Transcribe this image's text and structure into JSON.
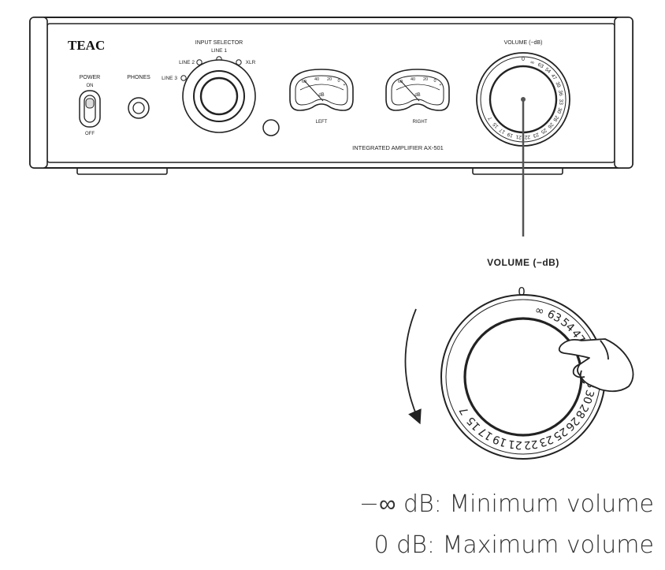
{
  "amplifier": {
    "brand": "TEAC",
    "model_label": "INTEGRATED AMPLIFIER AX-501",
    "power": {
      "label": "POWER",
      "on": "ON",
      "off": "OFF"
    },
    "phones_label": "PHONES",
    "input_selector": {
      "title": "INPUT SELECTOR",
      "line1": "LINE 1",
      "line2": "LINE 2",
      "line3": "LINE 3",
      "xlr": "XLR"
    },
    "meters": {
      "left_label": "LEFT",
      "right_label": "RIGHT",
      "unit": "dB",
      "scale": [
        "60",
        "40",
        "20",
        "0",
        "+"
      ]
    },
    "volume_label": "VOLUME (−dB)",
    "volume_top": "0"
  },
  "volume_detail": {
    "label": "VOLUME (−dB)",
    "top_mark": "0",
    "scale_marks": [
      "∞",
      "63",
      "54",
      "47",
      "39",
      "36",
      "33",
      "30",
      "28",
      "26",
      "25",
      "23",
      "22",
      "21",
      "19",
      "17",
      "15",
      "7"
    ]
  },
  "captions": {
    "min": "−∞ dB: Minimum volume",
    "max": "0 dB: Maximum volume"
  }
}
